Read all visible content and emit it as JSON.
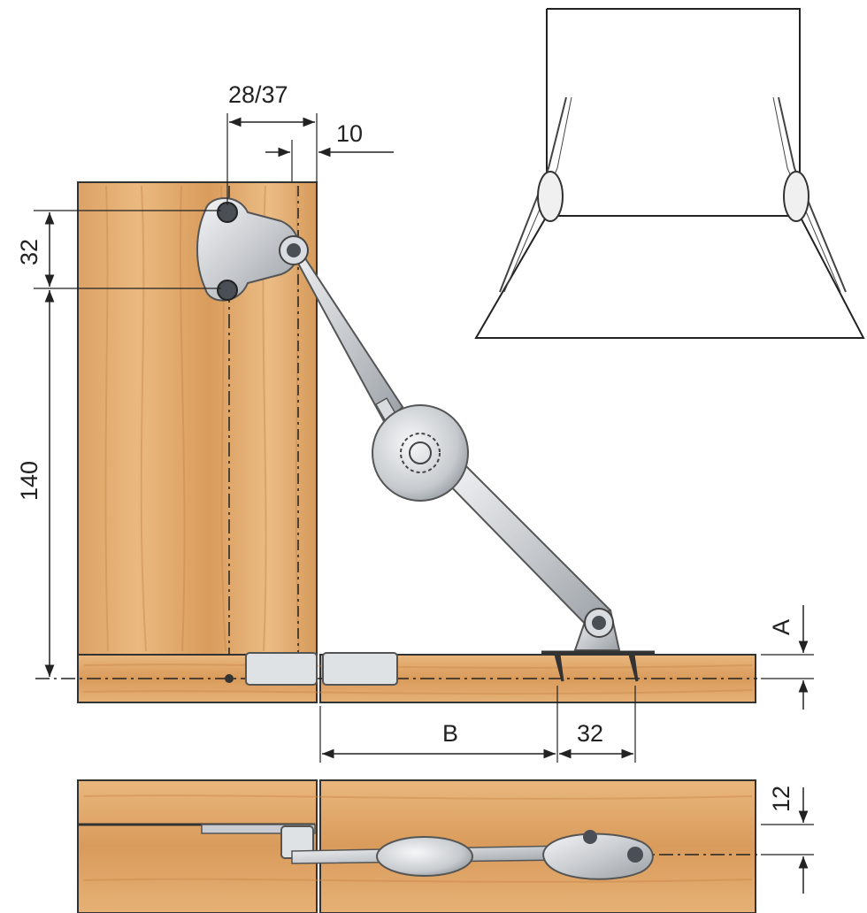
{
  "dimensions": {
    "offset_top": "28/37",
    "edge_distance": "10",
    "hole_spacing_vertical": "32",
    "mount_height": "140",
    "gap": "A",
    "base_offset": "B",
    "hole_spacing_horizontal": "32",
    "bottom_offset": "12"
  },
  "colors": {
    "wood_light": "#e7b57c",
    "wood_dark": "#c98a47",
    "metal_light": "#e9ebee",
    "metal_dark": "#8f959c",
    "line": "#222222"
  }
}
